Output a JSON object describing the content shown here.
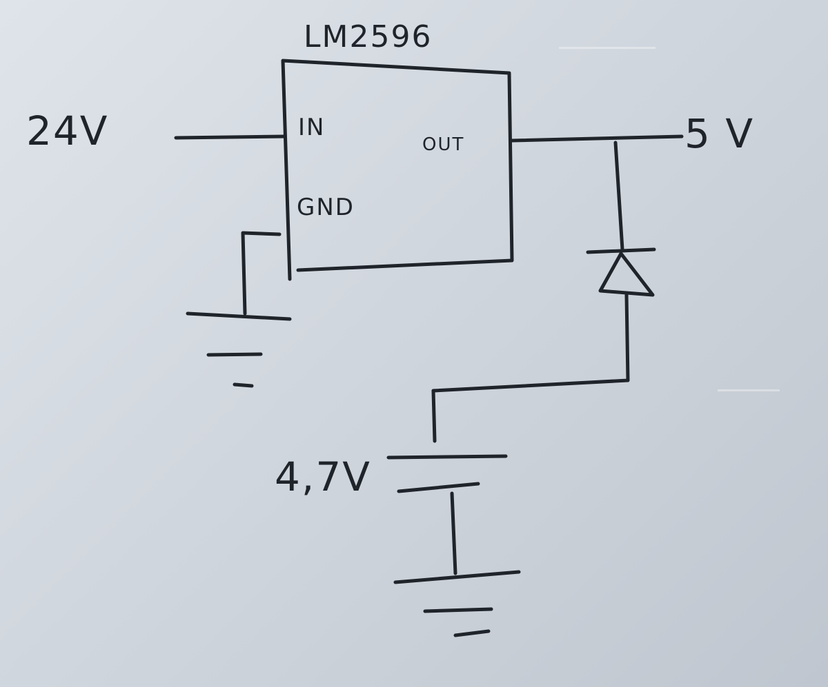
{
  "diagram": {
    "regulator": {
      "part_number": "LM2596",
      "pins": {
        "in": "IN",
        "out": "OUT",
        "gnd": "GND"
      }
    },
    "input_voltage": "24V",
    "output_voltage": "5 V",
    "battery_voltage": "4,7V",
    "colors": {
      "ink": "#1f242b",
      "paper": "#d6dce3"
    }
  }
}
